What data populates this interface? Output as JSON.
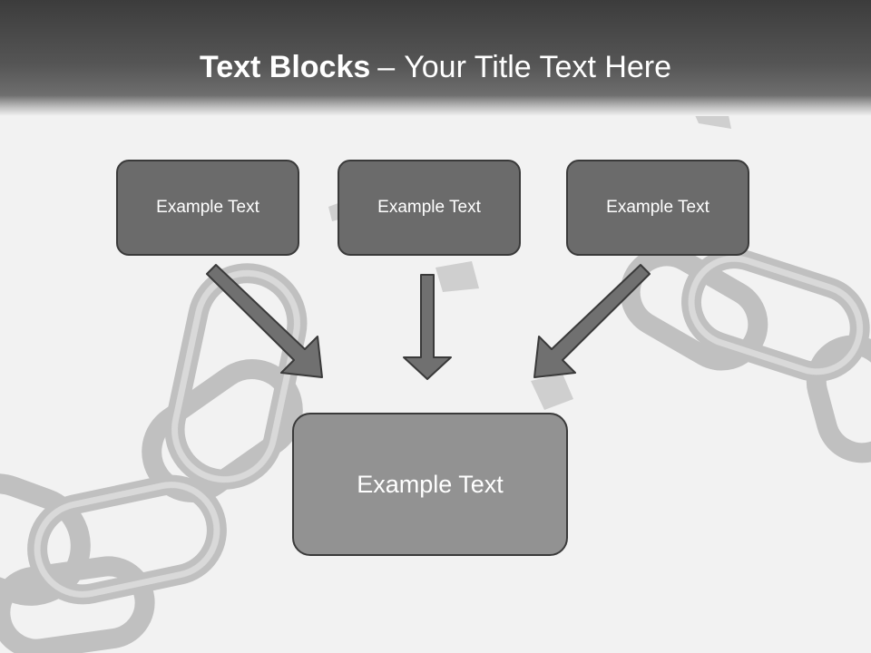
{
  "title": {
    "bold": "Text Blocks",
    "separator": "–",
    "rest": "Your Title Text Here"
  },
  "blocks": {
    "top": [
      "Example Text",
      "Example Text",
      "Example Text"
    ],
    "bottom": "Example Text"
  },
  "colors": {
    "header_dark": "#3c3c3c",
    "box_fill": "#6b6b6b",
    "box_border": "#3a3a3a",
    "bottom_box_fill": "#929292",
    "arrow_fill": "#707070",
    "background": "#f2f2f2"
  }
}
